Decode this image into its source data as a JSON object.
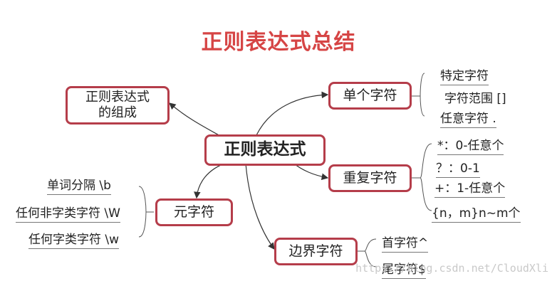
{
  "title": "正则表达式总结",
  "center": "正则表达式",
  "composition": "正则表达式\n的组成",
  "single": {
    "label": "单个字符",
    "items": [
      "特定字符",
      "字符范围 []",
      "任意字符 ."
    ]
  },
  "repeat": {
    "label": "重复字符",
    "items": [
      "*：0-任意个",
      "？：0-1",
      "+：1-任意个",
      "{n，m}n~m个"
    ]
  },
  "meta": {
    "label": "元字符",
    "items": [
      "单词分隔 \\b",
      "任何非字类字符 \\W",
      "任何字类字符 \\w"
    ]
  },
  "boundary": {
    "label": "边界字符",
    "items": [
      "首字符^",
      "尾字符$"
    ]
  },
  "watermark": "https://blog.csdn.net/CloudXli",
  "colors": {
    "title": "#d64545",
    "border": "#b53d4a",
    "line": "#333333"
  }
}
